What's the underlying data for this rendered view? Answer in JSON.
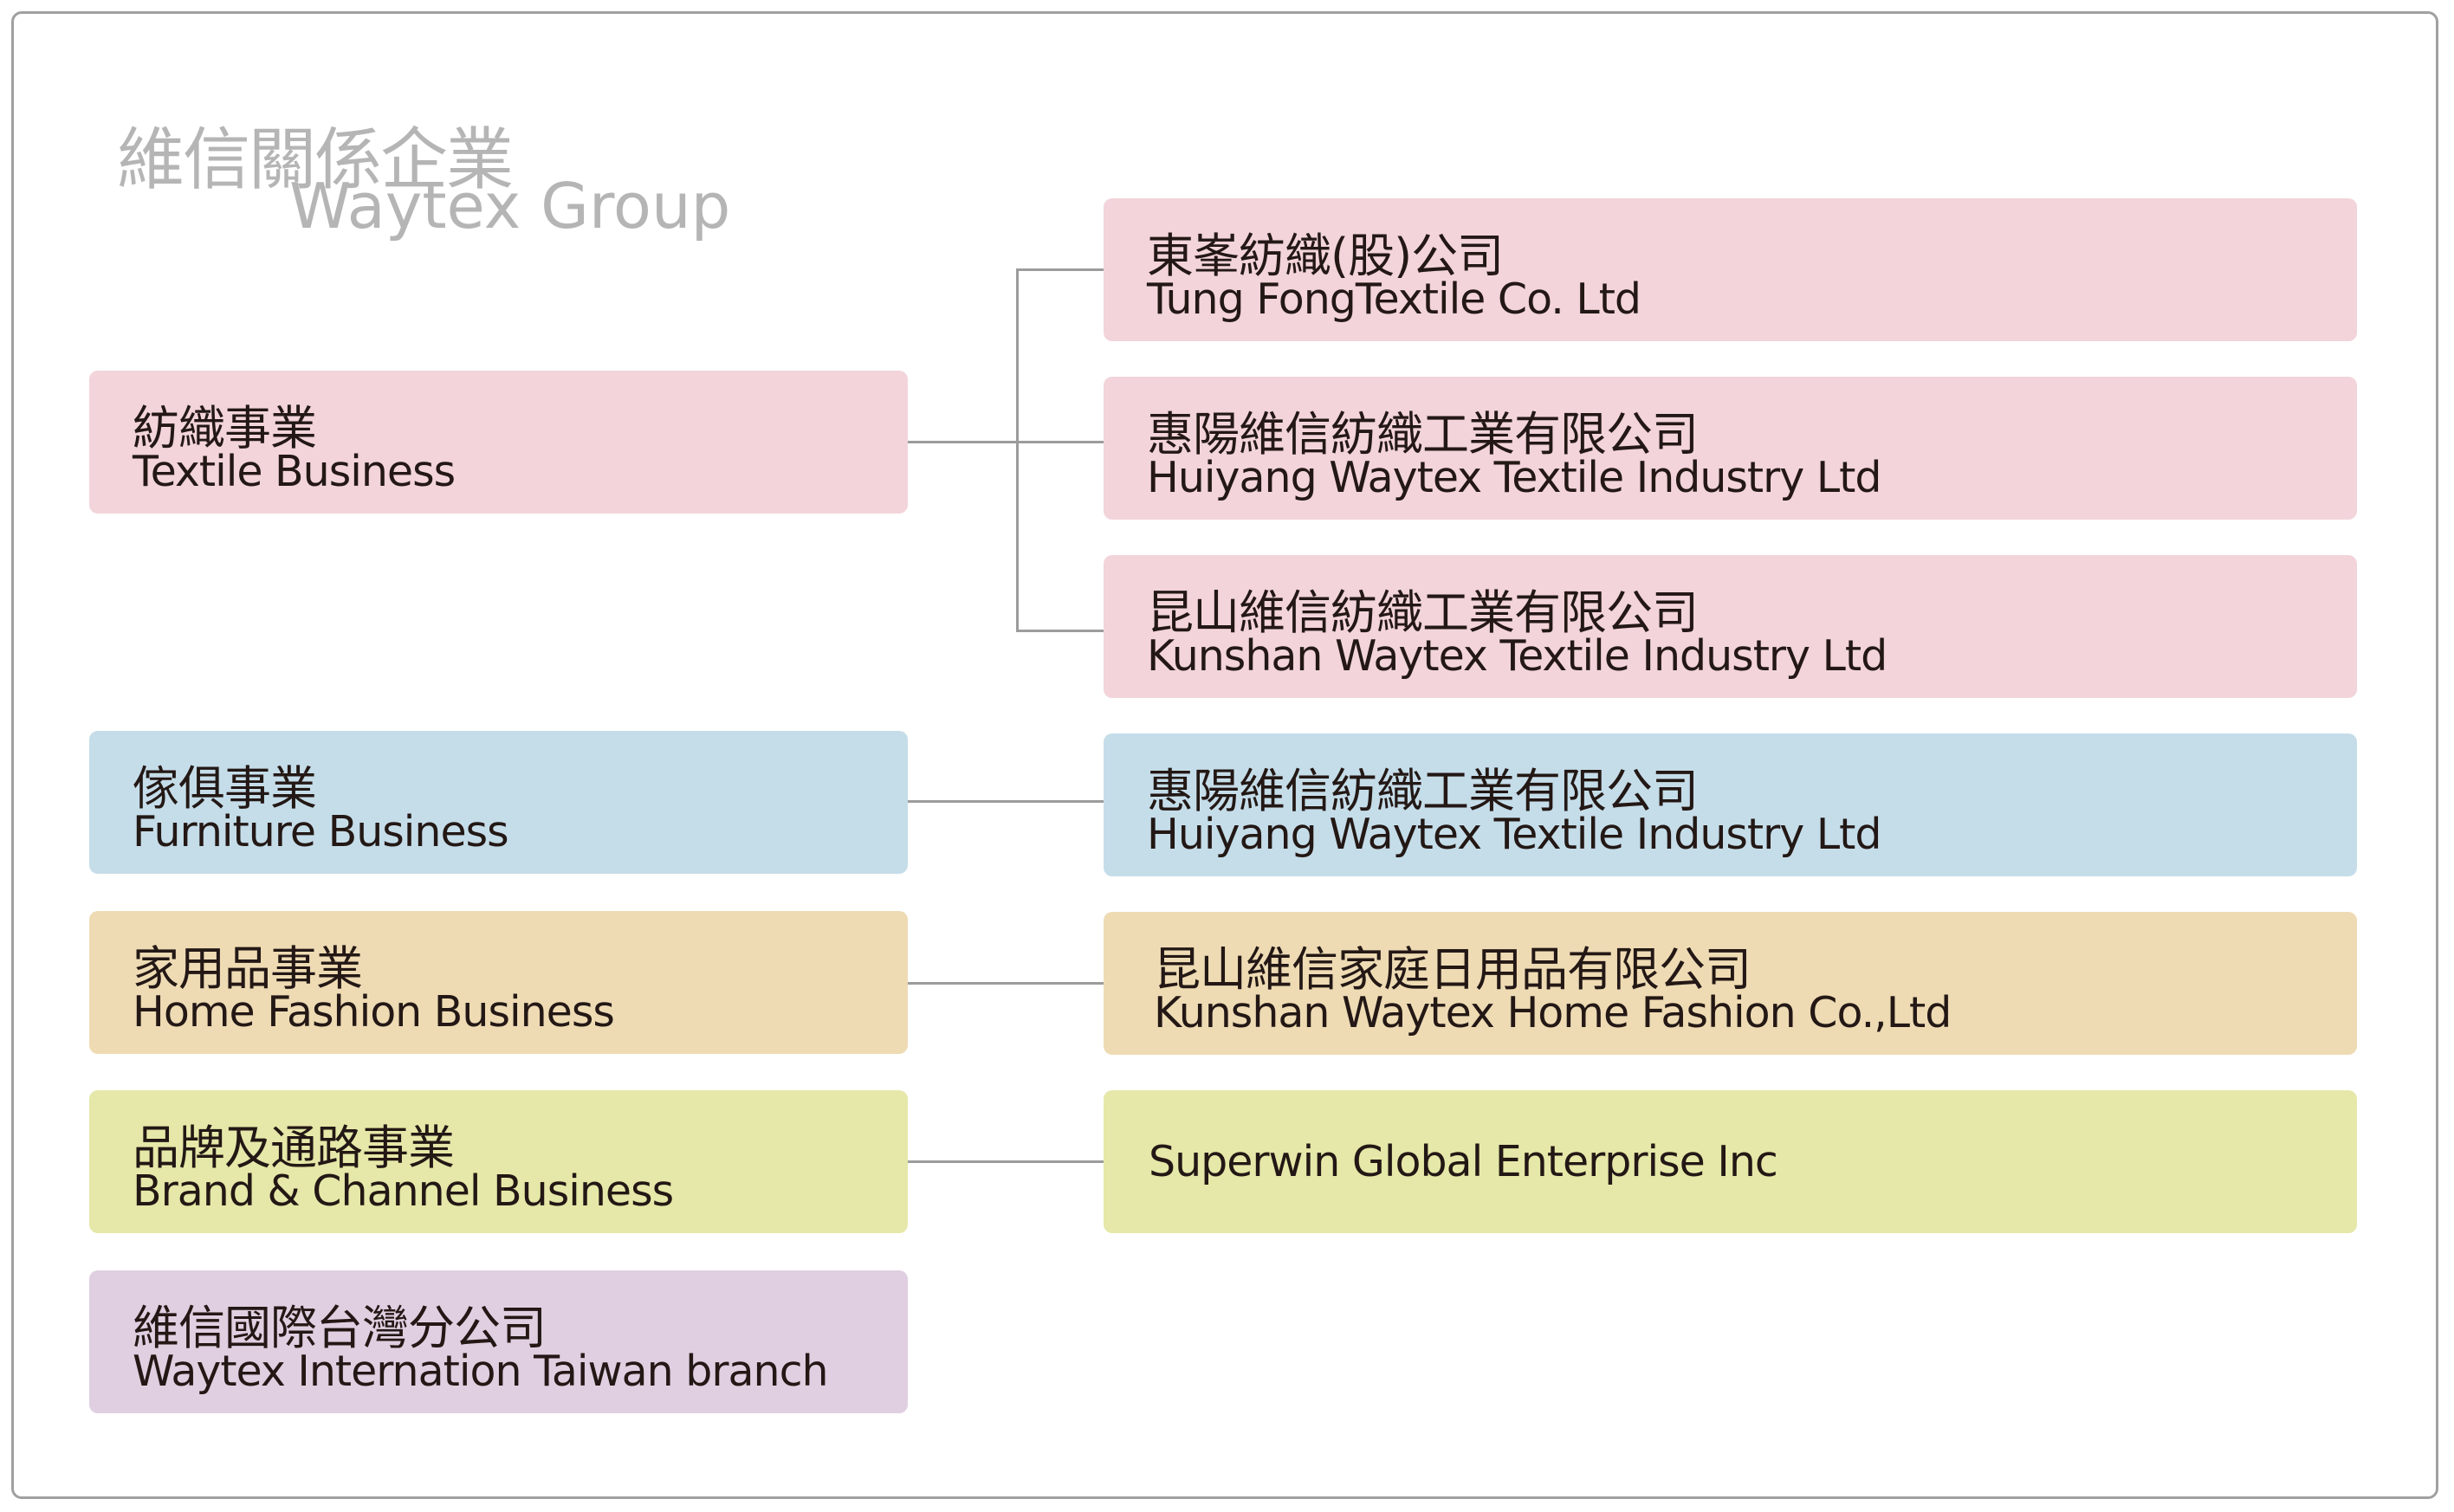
{
  "title": {
    "chinese": "維信關係企業",
    "english": "Waytex Group"
  },
  "colors": {
    "textile": "#f2d4da",
    "furniture": "#c5dde9",
    "home": "#eedbb4",
    "brand": "#e5e8a8",
    "branch": "#e0cfe1",
    "line": "#9c9c9c",
    "text": "#231815"
  },
  "divisions": [
    {
      "cn": "紡織事業",
      "en": "Textile Business"
    },
    {
      "cn": "傢俱事業",
      "en": "Furniture Business"
    },
    {
      "cn": "家用品事業",
      "en": "Home Fashion Business"
    },
    {
      "cn": "品牌及通路事業",
      "en": "Brand & Channel Business"
    },
    {
      "cn": "維信國際台灣分公司",
      "en": "Waytex Internation Taiwan branch"
    }
  ],
  "companies": [
    {
      "cn": "東峯紡織(股)公司",
      "en": "Tung FongTextile Co. Ltd"
    },
    {
      "cn": "惠陽維信紡織工業有限公司",
      "en": "Huiyang Waytex Textile Industry  Ltd"
    },
    {
      "cn": "昆山維信紡織工業有限公司",
      "en": "Kunshan Waytex Textile Industry  Ltd"
    },
    {
      "cn": "惠陽維信紡織工業有限公司",
      "en": "Huiyang Waytex Textile Industry  Ltd"
    },
    {
      "cn": "昆山維信家庭日用品有限公司",
      "en": "Kunshan Waytex Home Fashion Co.,Ltd"
    },
    {
      "en": "Superwin Global Enterprise Inc"
    }
  ]
}
